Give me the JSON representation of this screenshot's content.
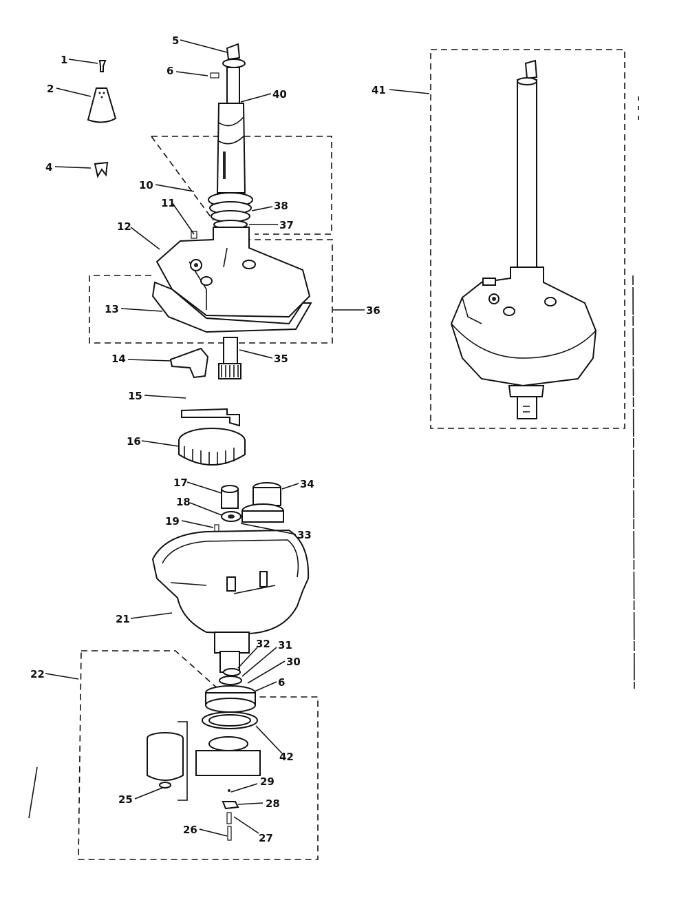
{
  "callouts": [
    {
      "id": "c1",
      "text": "1"
    },
    {
      "id": "c2",
      "text": "2"
    },
    {
      "id": "c4",
      "text": "4"
    },
    {
      "id": "c5",
      "text": "5"
    },
    {
      "id": "c6a",
      "text": "6"
    },
    {
      "id": "c40",
      "text": "40"
    },
    {
      "id": "c10",
      "text": "10"
    },
    {
      "id": "c11",
      "text": "11"
    },
    {
      "id": "c12",
      "text": "12"
    },
    {
      "id": "c38",
      "text": "38"
    },
    {
      "id": "c37",
      "text": "37"
    },
    {
      "id": "c13",
      "text": "13"
    },
    {
      "id": "c36",
      "text": "36"
    },
    {
      "id": "c14",
      "text": "14"
    },
    {
      "id": "c35",
      "text": "35"
    },
    {
      "id": "c15",
      "text": "15"
    },
    {
      "id": "c16",
      "text": "16"
    },
    {
      "id": "c17",
      "text": "17"
    },
    {
      "id": "c34",
      "text": "34"
    },
    {
      "id": "c18",
      "text": "18"
    },
    {
      "id": "c19",
      "text": "19"
    },
    {
      "id": "c33",
      "text": "33"
    },
    {
      "id": "c21",
      "text": "21"
    },
    {
      "id": "c32",
      "text": "32"
    },
    {
      "id": "c31",
      "text": "31"
    },
    {
      "id": "c30",
      "text": "30"
    },
    {
      "id": "c6b",
      "text": "6"
    },
    {
      "id": "c22",
      "text": "22"
    },
    {
      "id": "c42",
      "text": "42"
    },
    {
      "id": "c25",
      "text": "25"
    },
    {
      "id": "c29",
      "text": "29"
    },
    {
      "id": "c28",
      "text": "28"
    },
    {
      "id": "c26",
      "text": "26"
    },
    {
      "id": "c27",
      "text": "27"
    },
    {
      "id": "c41",
      "text": "41"
    }
  ]
}
